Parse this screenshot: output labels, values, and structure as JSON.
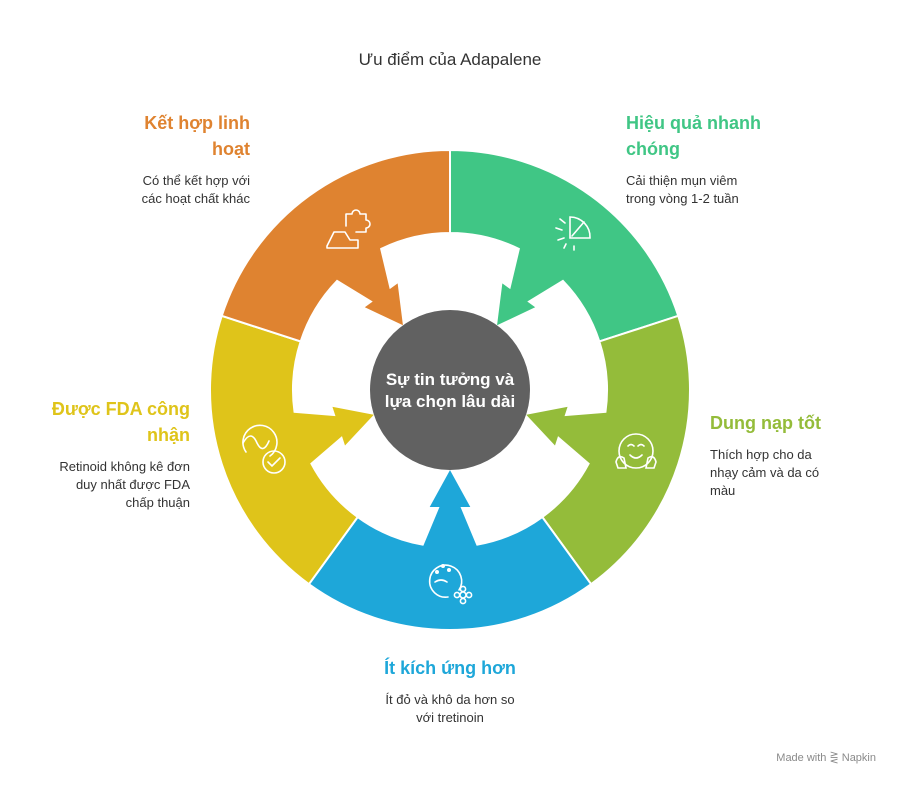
{
  "title": "Ưu điểm của Adapalene",
  "center_label": "Sự tin tưởng và lựa chọn lâu dài",
  "segments": {
    "combination": {
      "title": "Kết hợp linh hoạt",
      "desc": "Có thể kết hợp với các hoạt chất khác",
      "color": "#df8330",
      "icon": "puzzle-icon"
    },
    "fast": {
      "title": "Hiệu quả nhanh chóng",
      "desc": "Cải thiện mụn viêm trong vòng 1-2 tuần",
      "color": "#40c685",
      "icon": "speed-gauge-icon"
    },
    "tolerance": {
      "title": "Dung nạp tốt",
      "desc": "Thích hợp cho da nhạy cảm và da có màu",
      "color": "#94bc3a",
      "icon": "happy-face-icon"
    },
    "irritation": {
      "title": "Ít kích ứng hơn",
      "desc": "Ít đỏ và khô da hơn so với tretinoin",
      "color": "#1ea7d9",
      "icon": "skin-flower-icon"
    },
    "fda": {
      "title": "Được FDA công nhận",
      "desc": "Retinoid không kê đơn duy nhất được FDA chấp thuận",
      "color": "#dfc41a",
      "icon": "approval-check-icon"
    }
  },
  "center_color": "#616161",
  "brand": "Made with ⋛ Napkin"
}
